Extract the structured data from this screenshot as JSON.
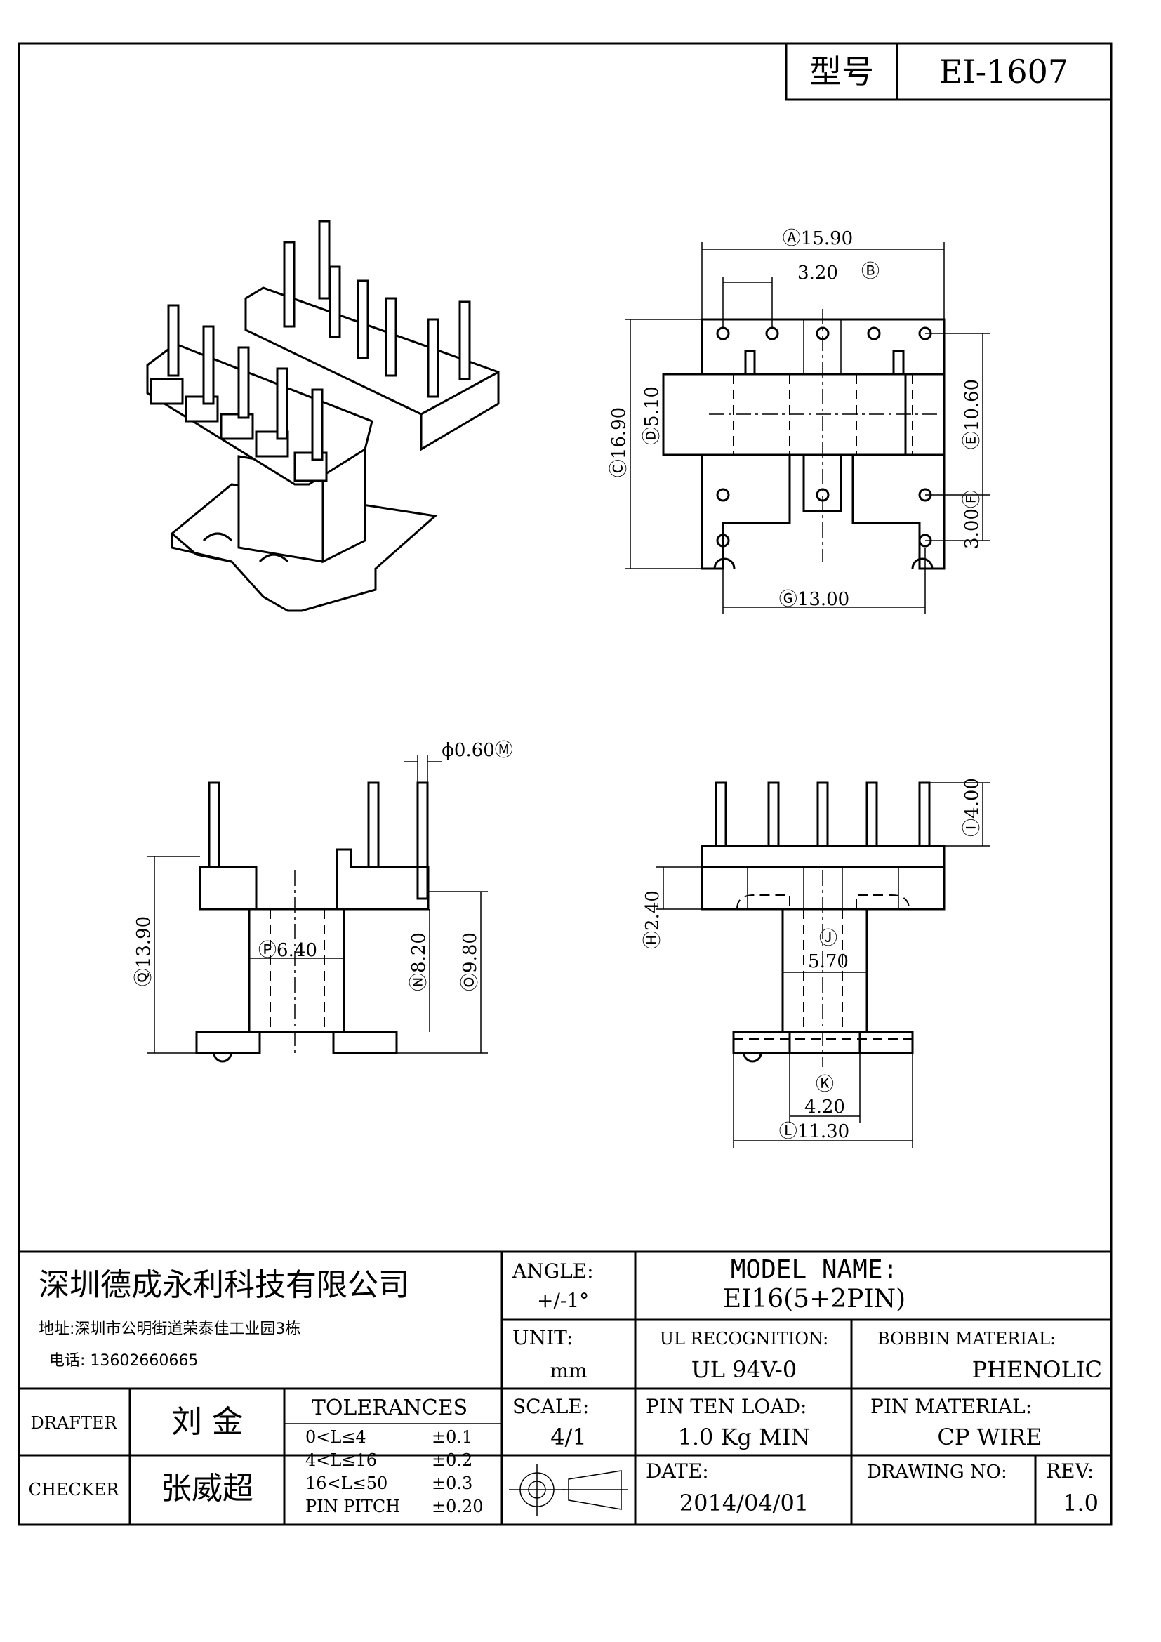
{
  "header": {
    "model_label": "型号",
    "model_value": "EI-1607"
  },
  "front_view": {
    "dims": {
      "A": "Ⓐ15.90",
      "B_value": "3.20",
      "B_tag": "Ⓑ",
      "C": "Ⓒ16.90",
      "D": "Ⓓ5.10",
      "E": "Ⓔ10.60",
      "F": "3.00Ⓕ",
      "G": "Ⓖ13.00"
    }
  },
  "side_view": {
    "dims": {
      "M": "ϕ0.60Ⓜ",
      "Q": "Ⓠ13.90",
      "P": "Ⓟ6.40",
      "N": "Ⓝ8.20",
      "O": "Ⓞ9.80"
    }
  },
  "end_view": {
    "dims": {
      "I": "Ⓘ4.00",
      "H": "Ⓗ2.40",
      "J_tag": "Ⓙ",
      "J_value": "5.70",
      "K_tag": "Ⓚ",
      "K_value": "4.20",
      "L": "Ⓛ11.30"
    }
  },
  "title_block": {
    "company": "深圳德成永利科技有限公司",
    "address": "地址:深圳市公明街道荣泰佳工业园3栋",
    "phone": "电话: 13602660665",
    "angle_label": "ANGLE:",
    "angle_value": "+/-1°",
    "model_name_label": "MODEL  NAME:",
    "model_name_value": "EI16(5+2PIN)",
    "unit_label": "UNIT:",
    "unit_value": "mm",
    "ul_label": "UL RECOGNITION:",
    "ul_value": "UL 94V-0",
    "bobbin_label": "BOBBIN MATERIAL:",
    "bobbin_value": "PHENOLIC",
    "drafter_label": "DRAFTER",
    "drafter_value": "刘  金",
    "checker_label": "CHECKER",
    "checker_value": "张威超",
    "tolerances_label": "TOLERANCES",
    "tolerances": [
      {
        "range": "0<L≤4",
        "value": "±0.1"
      },
      {
        "range": "4<L≤16",
        "value": "±0.2"
      },
      {
        "range": "16<L≤50",
        "value": "±0.3"
      },
      {
        "range": "PIN PITCH",
        "value": "±0.20"
      }
    ],
    "scale_label": "SCALE:",
    "scale_value": "4/1",
    "pin_load_label": "PIN TEN LOAD:",
    "pin_load_value": "1.0 Kg MIN",
    "pin_material_label": "PIN MATERIAL:",
    "pin_material_value": "CP WIRE",
    "date_label": "DATE:",
    "date_value": "2014/04/01",
    "drawing_no_label": "DRAWING NO:",
    "drawing_no_value": "",
    "rev_label": "REV:",
    "rev_value": "1.0"
  }
}
